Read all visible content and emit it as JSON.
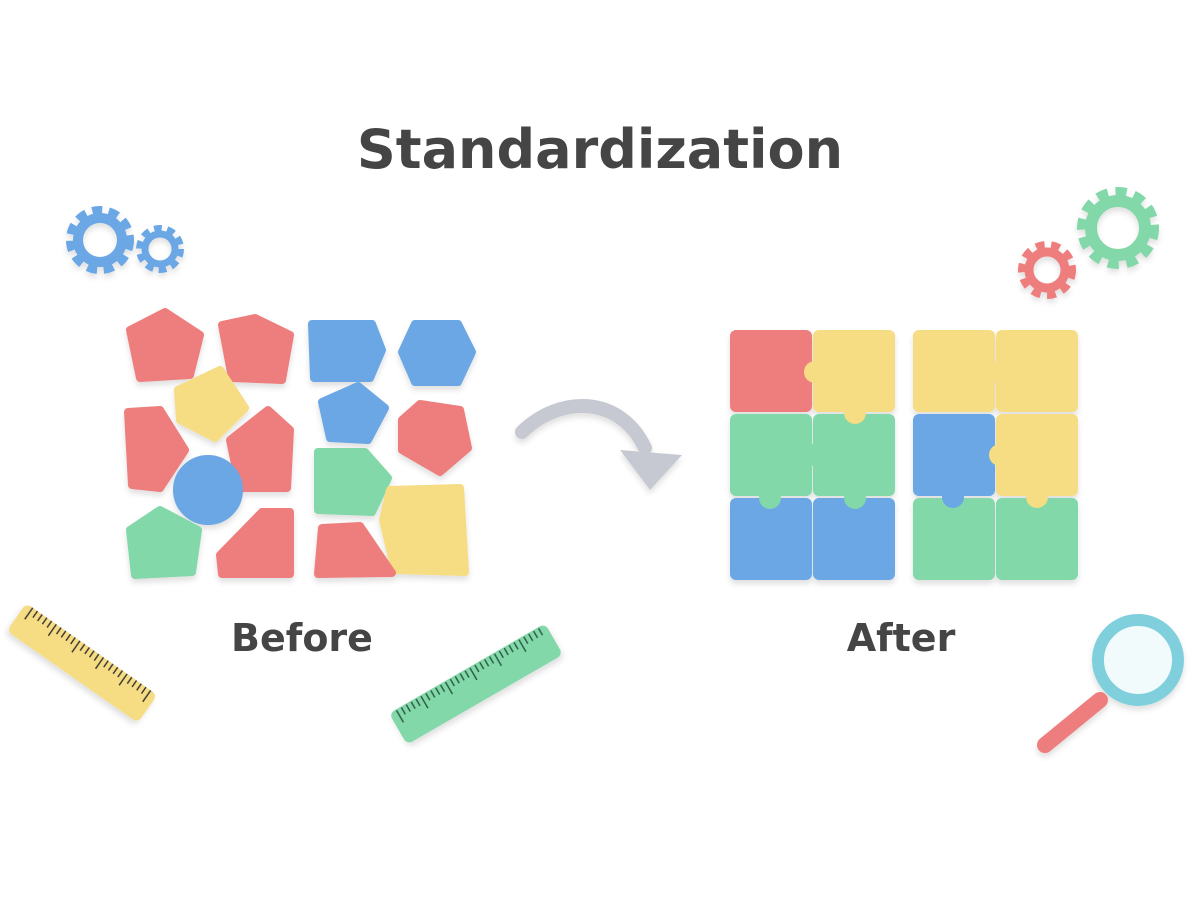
{
  "title": "Standardization",
  "before_label": "Before",
  "after_label": "After",
  "colors": {
    "red": "#ee7e7e",
    "yellow": "#f6dc82",
    "blue": "#6aa7e4",
    "green": "#82d8a8",
    "arrow": "#c6c9d1",
    "text": "#454545",
    "magnifier_ring": "#7fd0dc"
  },
  "icons": [
    "gear-icon",
    "ruler-icon",
    "magnifier-icon",
    "curved-arrow-icon",
    "puzzle-piece-icon"
  ]
}
